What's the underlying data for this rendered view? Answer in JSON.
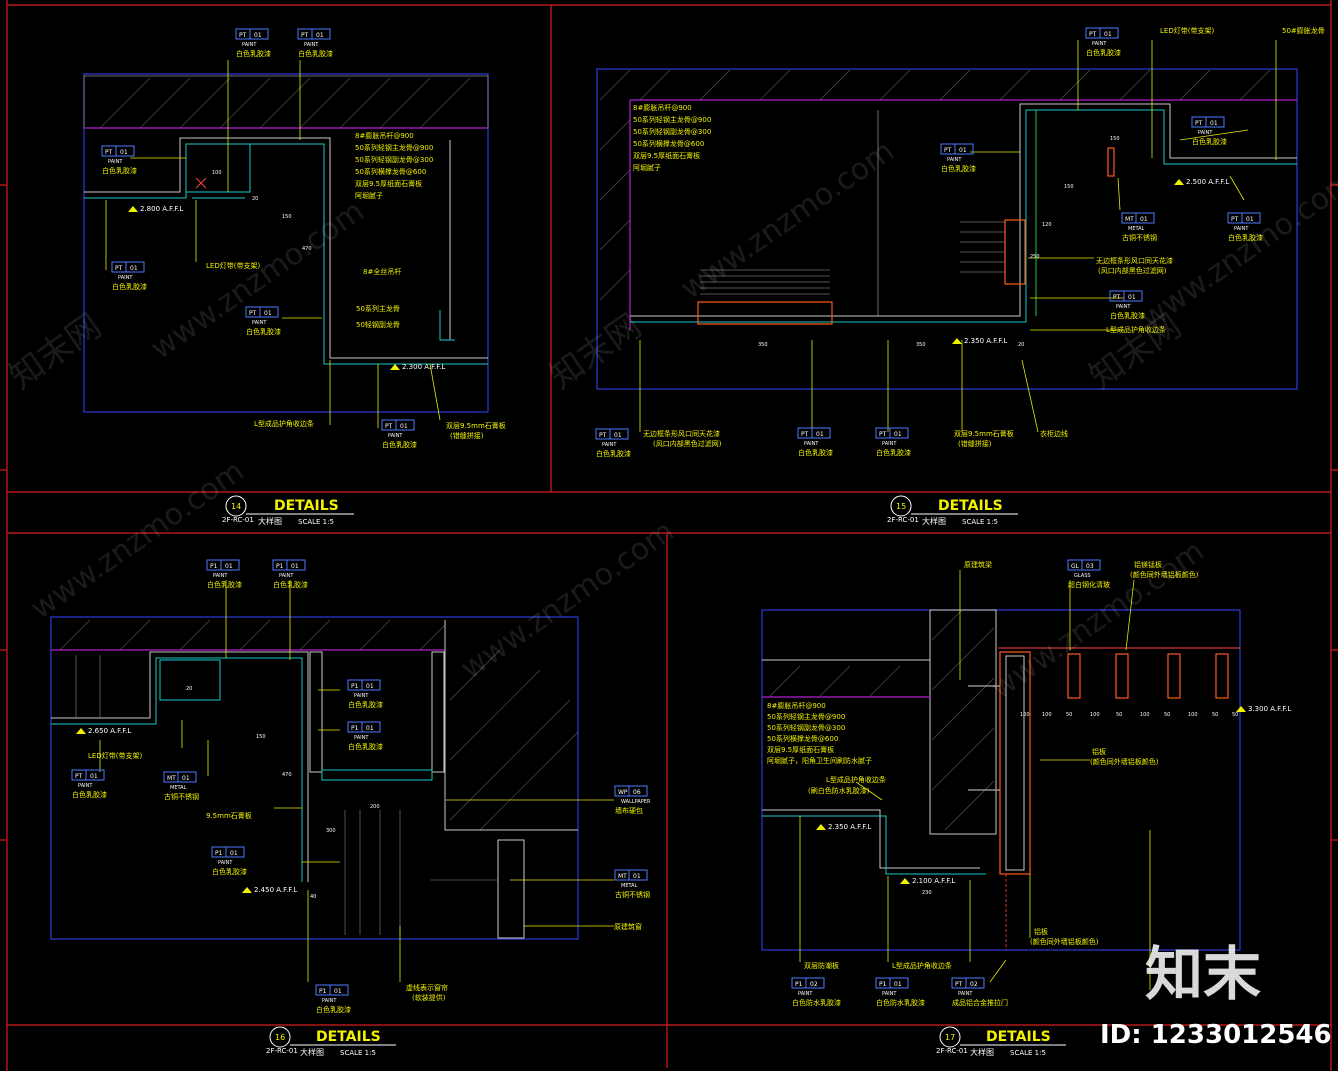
{
  "panels": [
    {
      "num": "14",
      "sheet": "2F-RC-01",
      "title": "DETAILS",
      "sub": "大样图",
      "scale": "SCALE  1:5",
      "tags": [
        {
          "c": "PT",
          "n": "01",
          "k": "PAINT",
          "t": "白色乳胶漆"
        },
        {
          "c": "PT",
          "n": "01",
          "k": "PAINT",
          "t": "白色乳胶漆"
        },
        {
          "c": "PT",
          "n": "01",
          "k": "PAINT",
          "t": "白色乳胶漆"
        },
        {
          "c": "PT",
          "n": "01",
          "k": "PAINT",
          "t": "白色乳胶漆"
        },
        {
          "c": "PT",
          "n": "01",
          "k": "PAINT",
          "t": "白色乳胶漆"
        },
        {
          "c": "PT",
          "n": "01",
          "k": "PAINT",
          "t": "白色乳胶漆"
        }
      ],
      "notes": [
        "8#膨胀吊杆@900",
        "50系列轻钢主龙骨@900",
        "50系列轻钢副龙骨@300",
        "50系列横撑龙骨@600",
        "双层9.5厚纸面石膏板",
        "阿堀腻子"
      ],
      "labels": [
        "LED灯带(带支架)",
        "8#全丝吊杆",
        "50系列主龙骨",
        "50轻钢副龙骨",
        "L型成品护角收边条",
        "双层9.5mm石膏板",
        "(错缝拼接)"
      ],
      "elev": [
        "2.800 A.F.F.L",
        "2.300 A.F.F.L"
      ],
      "dims": [
        "100",
        "20",
        "150",
        "470"
      ]
    },
    {
      "num": "15",
      "sheet": "2F-RC-01",
      "title": "DETAILS",
      "sub": "大样图",
      "scale": "SCALE  1:5",
      "tags": [
        {
          "c": "PT",
          "n": "01",
          "k": "PAINT",
          "t": "白色乳胶漆"
        },
        {
          "c": "PT",
          "n": "01",
          "k": "PAINT",
          "t": "白色乳胶漆"
        },
        {
          "c": "PT",
          "n": "01",
          "k": "PAINT",
          "t": "白色乳胶漆"
        },
        {
          "c": "MT",
          "n": "01",
          "k": "METAL",
          "t": "古铜不锈钢"
        },
        {
          "c": "PT",
          "n": "01",
          "k": "PAINT",
          "t": "白色乳胶漆"
        },
        {
          "c": "PT",
          "n": "01",
          "k": "PAINT",
          "t": "白色乳胶漆"
        },
        {
          "c": "PT",
          "n": "01",
          "k": "PAINT",
          "t": "白色乳胶漆"
        },
        {
          "c": "PT",
          "n": "01",
          "k": "PAINT",
          "t": "白色乳胶漆"
        },
        {
          "c": "PT",
          "n": "01",
          "k": "PAINT",
          "t": "白色乳胶漆"
        }
      ],
      "notes": [
        "8#膨胀吊杆@900",
        "50系列轻钢主龙骨@900",
        "50系列轻钢副龙骨@300",
        "50系列横撑龙骨@600",
        "双层9.5厚纸面石膏板",
        "阿堀腻子"
      ],
      "labels": [
        "LED灯带(带支架)",
        "50#膨胀龙骨",
        "无边框条形风口同天花漆",
        "(风口内部黑色过滤网)",
        "L型成品护角收边条",
        "无边框条形风口同天花漆",
        "(风口内部黑色过滤网)",
        "双层9.5mm石膏板",
        "(错缝拼接)",
        "衣柜边线"
      ],
      "elev": [
        "2.500 A.F.F.L",
        "2.350 A.F.F.L"
      ],
      "dims": [
        "350",
        "350",
        "20",
        "150",
        "150",
        "120",
        "250"
      ]
    },
    {
      "num": "16",
      "sheet": "2F-RC-01",
      "title": "DETAILS",
      "sub": "大样图",
      "scale": "SCALE  1:5",
      "tags": [
        {
          "c": "P1",
          "n": "01",
          "k": "PAINT",
          "t": "白色乳胶漆"
        },
        {
          "c": "P1",
          "n": "01",
          "k": "PAINT",
          "t": "白色乳胶漆"
        },
        {
          "c": "P1",
          "n": "01",
          "k": "PAINT",
          "t": "白色乳胶漆"
        },
        {
          "c": "P1",
          "n": "01",
          "k": "PAINT",
          "t": "白色乳胶漆"
        },
        {
          "c": "PT",
          "n": "01",
          "k": "PAINT",
          "t": "白色乳胶漆"
        },
        {
          "c": "MT",
          "n": "01",
          "k": "METAL",
          "t": "古铜不锈钢"
        },
        {
          "c": "WP",
          "n": "06",
          "k": "WALLPAPER",
          "t": "墙布硬包"
        },
        {
          "c": "P1",
          "n": "01",
          "k": "PAINT",
          "t": "白色乳胶漆"
        },
        {
          "c": "MT",
          "n": "01",
          "k": "METAL",
          "t": "古铜不锈钢"
        },
        {
          "c": "P1",
          "n": "01",
          "k": "PAINT",
          "t": "白色乳胶漆"
        }
      ],
      "labels": [
        "LED灯带(带支架)",
        "9.5mm石膏板",
        "原建筑窗",
        "虚线表示窗帘",
        "(软装提供)"
      ],
      "elev": [
        "2.650 A.F.F.L",
        "2.450 A.F.F.L"
      ],
      "dims": [
        "20",
        "150",
        "470",
        "200",
        "300",
        "40"
      ]
    },
    {
      "num": "17",
      "sheet": "2F-RC-01",
      "title": "DETAILS",
      "sub": "大样图",
      "scale": "SCALE  1:5",
      "tags": [
        {
          "c": "GL",
          "n": "03",
          "k": "GLASS",
          "t": "超白钢化清玻"
        },
        {
          "c": "P1",
          "n": "02",
          "k": "PAINT",
          "t": "白色防水乳胶漆"
        },
        {
          "c": "P1",
          "n": "01",
          "k": "PAINT",
          "t": "白色防水乳胶漆"
        },
        {
          "c": "PT",
          "n": "02",
          "k": "PAINT",
          "t": "成品铝合金推拉门"
        }
      ],
      "notes": [
        "8#膨胀吊杆@900",
        "50系列轻钢主龙骨@900",
        "50系列轻钢副龙骨@300",
        "50系列横撑龙骨@600",
        "双层9.5厚纸面石膏板",
        "阿堀腻子，阳角卫生间刷防水腻子"
      ],
      "labels": [
        "原建筑梁",
        "铝镁锰板",
        "(颜色同外墙铝板颜色)",
        "铝板",
        "(颜色同外墙铝板颜色)",
        "L型成品护角收边条",
        "(刷白色防水乳胶漆)",
        "双层防潮板",
        "L型成品护角收边条",
        "铝板",
        "(颜色同外墙铝板颜色)"
      ],
      "elev": [
        "3.300 A.F.F.L",
        "2.350 A.F.F.L",
        "2.100 A.F.F.L"
      ],
      "dims": [
        "100",
        "50",
        "100",
        "50",
        "100",
        "50",
        "100",
        "50",
        "100",
        "50",
        "230"
      ]
    }
  ],
  "brand": "知末",
  "watermark_text": [
    "www.znzmo.com",
    "知末网"
  ],
  "id_label": "ID: 1233012546",
  "colors": {
    "bg": "#000000",
    "frame": "#d81c1c",
    "text": "#f2f200",
    "wall": "#c8c8c8",
    "accent": "#19c9c9"
  }
}
